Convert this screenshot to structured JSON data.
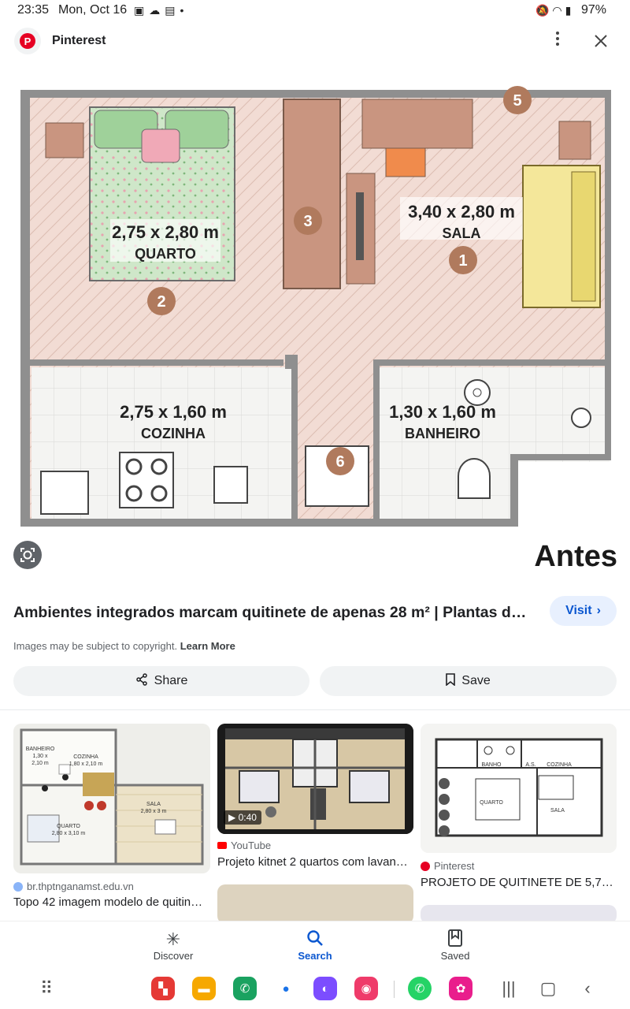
{
  "status": {
    "time": "23:35",
    "date": "Mon, Oct 16",
    "battery": "97%"
  },
  "header": {
    "site": "Pinterest",
    "logo_letter": "P"
  },
  "image": {
    "rooms": [
      {
        "dims": "2,75 x 2,80 m",
        "name": "QUARTO"
      },
      {
        "dims": "3,40 x 2,80 m",
        "name": "SALA"
      },
      {
        "dims": "2,75 x 1,60 m",
        "name": "COZINHA"
      },
      {
        "dims": "1,30 x 1,60 m",
        "name": "BANHEIRO"
      }
    ],
    "markers": [
      "1",
      "2",
      "3",
      "5",
      "6"
    ],
    "caption": "Antes"
  },
  "result": {
    "title": "Ambientes integrados marcam quitinete de apenas 28 m² | Plantas de …",
    "visit_label": "Visit",
    "copyright_text": "Images may be subject to copyright.",
    "learn_more": "Learn More",
    "share_label": "Share",
    "save_label": "Save"
  },
  "related": [
    {
      "source": "br.thptnganamst.edu.vn",
      "title": "Topo 42 imagem modelo de quitin…",
      "labels": [
        "BANHEIRO",
        "1,30 x",
        "2,10 m",
        "COZINHA",
        "1,80 x 2,10 m",
        "SALA",
        "2,80 x 3 m",
        "QUARTO",
        "2,80 x 3,10 m"
      ]
    },
    {
      "source": "YouTube",
      "title": "Projeto kitnet 2 quartos com lavan…",
      "duration": "0:40"
    },
    {
      "source": "Pinterest",
      "title": "PROJETO DE QUITINETE DE 5,70 x…",
      "labels": [
        "BANHO",
        "A.S.",
        "COZINHA",
        "QUARTO",
        "SALA"
      ]
    }
  ],
  "nav": {
    "discover": "Discover",
    "search": "Search",
    "saved": "Saved"
  }
}
